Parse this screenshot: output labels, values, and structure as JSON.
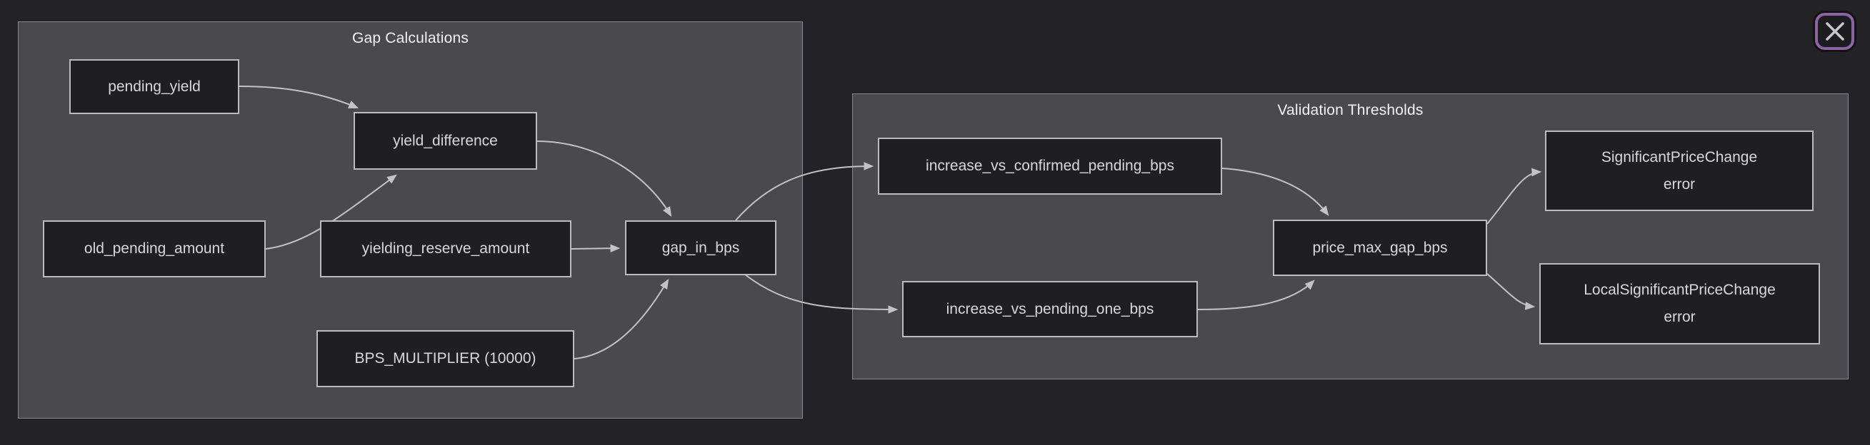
{
  "window": {
    "close_button": {
      "icon": "x-icon",
      "glyph": "✕"
    }
  },
  "diagram": {
    "groups": {
      "gap_calculations": {
        "title": "Gap Calculations"
      },
      "validation_thresholds": {
        "title": "Validation Thresholds"
      }
    },
    "nodes": {
      "pending_yield": {
        "label": "pending_yield"
      },
      "yield_difference": {
        "label": "yield_difference"
      },
      "old_pending_amount": {
        "label": "old_pending_amount"
      },
      "yielding_reserve_amount": {
        "label": "yielding_reserve_amount"
      },
      "gap_in_bps": {
        "label": "gap_in_bps"
      },
      "bps_multiplier": {
        "label": "BPS_MULTIPLIER (10000)"
      },
      "increase_vs_confirmed_pending_bps": {
        "label": "increase_vs_confirmed_pending_bps"
      },
      "increase_vs_pending_one_bps": {
        "label": "increase_vs_pending_one_bps"
      },
      "price_max_gap_bps": {
        "label": "price_max_gap_bps"
      },
      "significant_price_change_error": {
        "line1": "SignificantPriceChange",
        "line2": "error"
      },
      "local_significant_price_change_error": {
        "line1": "LocalSignificantPriceChange",
        "line2": "error"
      }
    },
    "edges": [
      {
        "from": "pending_yield",
        "to": "yield_difference"
      },
      {
        "from": "old_pending_amount",
        "to": "yield_difference"
      },
      {
        "from": "yielding_reserve_amount",
        "to": "gap_in_bps"
      },
      {
        "from": "yield_difference",
        "to": "gap_in_bps"
      },
      {
        "from": "bps_multiplier",
        "to": "gap_in_bps"
      },
      {
        "from": "gap_in_bps",
        "to": "increase_vs_confirmed_pending_bps"
      },
      {
        "from": "gap_in_bps",
        "to": "increase_vs_pending_one_bps"
      },
      {
        "from": "increase_vs_confirmed_pending_bps",
        "to": "price_max_gap_bps"
      },
      {
        "from": "increase_vs_pending_one_bps",
        "to": "price_max_gap_bps"
      },
      {
        "from": "price_max_gap_bps",
        "to": "significant_price_change_error"
      },
      {
        "from": "price_max_gap_bps",
        "to": "local_significant_price_change_error"
      }
    ],
    "colors": {
      "page_bg": "#232325",
      "group_bg": "#4a4a4d",
      "group_border": "#87878b",
      "node_bg": "#1f1f21",
      "node_border": "#bcbcbe",
      "node_text": "#d8d8d8",
      "title_text": "#f2f2f2",
      "edge": "#c3c3c3",
      "close_border": "#8d63a6",
      "close_icon": "#c9c9c9"
    }
  }
}
